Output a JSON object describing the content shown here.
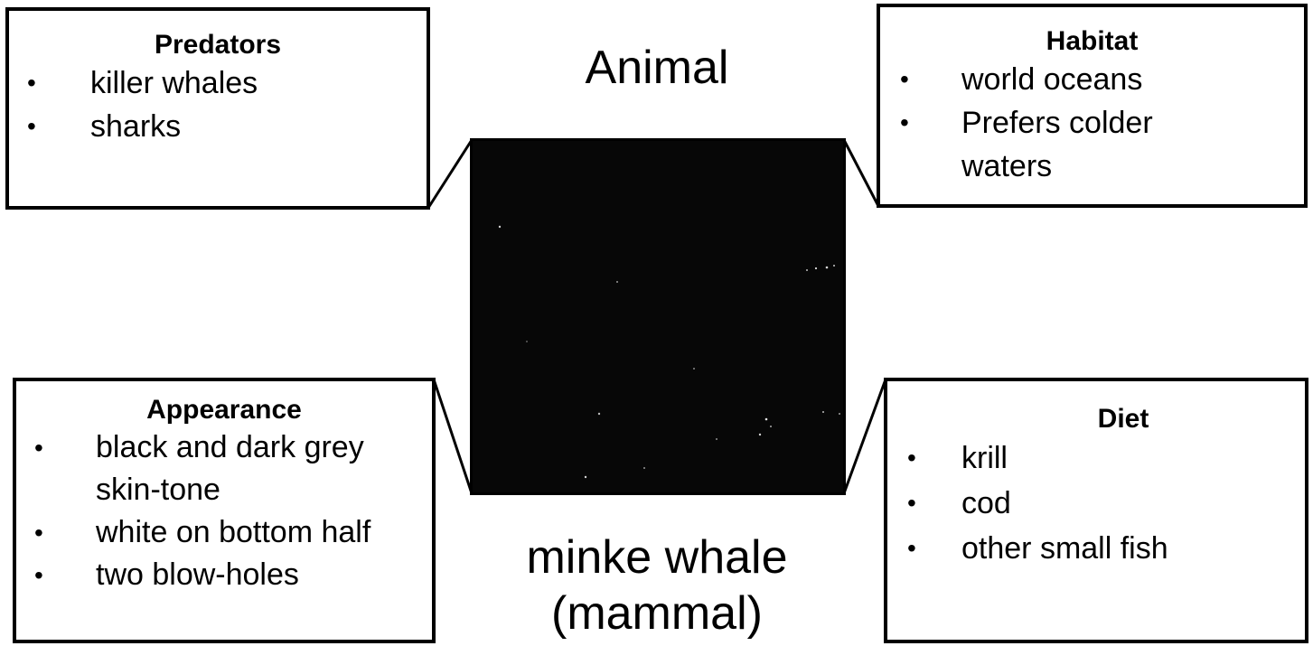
{
  "center": {
    "top_label": "Animal",
    "bottom_label_line1": "minke whale",
    "bottom_label_line2": "(mammal)",
    "photo_background": "#070707"
  },
  "predators": {
    "title": "Predators",
    "items": [
      "killer whales",
      "sharks"
    ]
  },
  "habitat": {
    "title": "Habitat",
    "items": [
      "world oceans",
      "Prefers colder",
      "waters"
    ]
  },
  "appearance": {
    "title": "Appearance",
    "items": [
      "black and dark grey",
      "skin-tone",
      "white on bottom half",
      "two blow-holes"
    ]
  },
  "diet": {
    "title": "Diet",
    "items": [
      "krill",
      "cod",
      "other small fish"
    ]
  },
  "bullet_symbol": "•"
}
